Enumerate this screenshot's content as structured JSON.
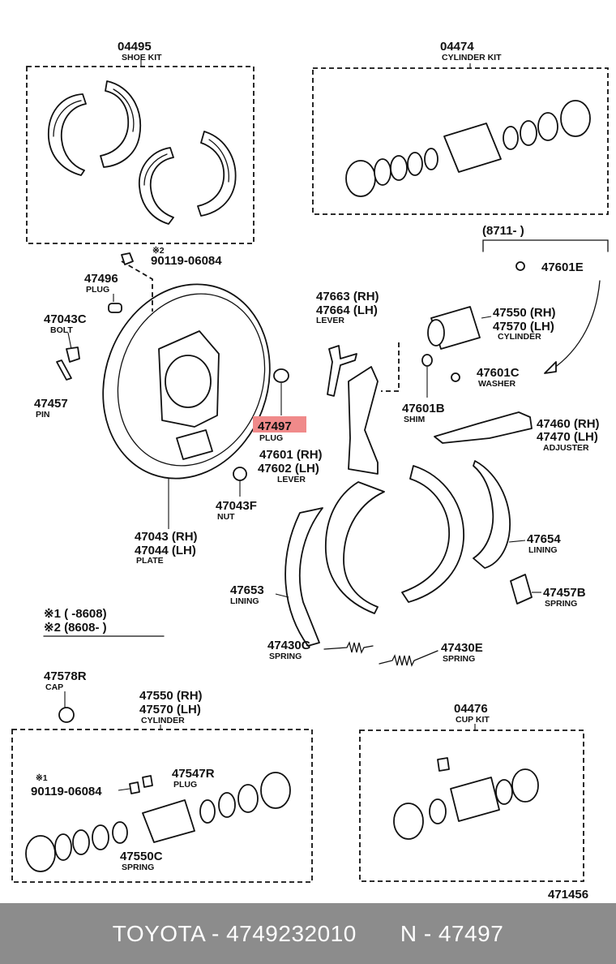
{
  "highlight_color": "#f08a8a",
  "footer": {
    "brand_part": "TOYOTA - 4749232010",
    "ref": "N - 47497"
  },
  "diagram_id": "471456",
  "notes": {
    "n1": "※1 (        -8608)",
    "n2": "※2 (8608-        )"
  },
  "bracket_label": "(8711-        )",
  "labels": {
    "shoe_kit_no": "04495",
    "shoe_kit": "SHOE KIT",
    "cyl_kit_no": "04474",
    "cyl_kit": "CYLINDER KIT",
    "bolt_mark": "※2",
    "bolt_no": "90119-06084",
    "p47496": "47496",
    "plug": "PLUG",
    "p47043c": "47043C",
    "bolt": "BOLT",
    "p47457": "47457",
    "pin": "PIN",
    "p47497": "47497",
    "plug2": "PLUG",
    "p47601rh": "47601 (RH)",
    "p47602lh": "47602 (LH)",
    "lever": "LEVER",
    "p47663rh": "47663 (RH)",
    "p47664lh": "47664 (LH)",
    "lever2": "LEVER",
    "p47601e": "47601E",
    "p47550rh": "47550 (RH)",
    "p47570lh": "47570 (LH)",
    "cylinder": "CYLINDER",
    "p47601c": "47601C",
    "washer": "WASHER",
    "p47601b": "47601B",
    "shim": "SHIM",
    "p47460rh": "47460 (RH)",
    "p47470lh": "47470 (LH)",
    "adjuster": "ADJUSTER",
    "p47043f": "47043F",
    "nut": "NUT",
    "p47043rh": "47043 (RH)",
    "p47044lh": "47044 (LH)",
    "plate": "PLATE",
    "p47654": "47654",
    "lining": "LINING",
    "p47653": "47653",
    "lining2": "LINING",
    "p47457b": "47457B",
    "spring": "SPRING",
    "p47430g": "47430G",
    "spring2": "SPRING",
    "p47430e": "47430E",
    "spring3": "SPRING",
    "p47578r": "47578R",
    "cap": "CAP",
    "p47550rh_b": "47550 (RH)",
    "p47570lh_b": "47570 (LH)",
    "cylinder2": "CYLINDER",
    "cup_kit_no": "04476",
    "cup_kit": "CUP KIT",
    "mark1": "※1",
    "bolt_no2": "90119-06084",
    "p47547r": "47547R",
    "plug3": "PLUG",
    "p47550c": "47550C",
    "spring4": "SPRING"
  }
}
